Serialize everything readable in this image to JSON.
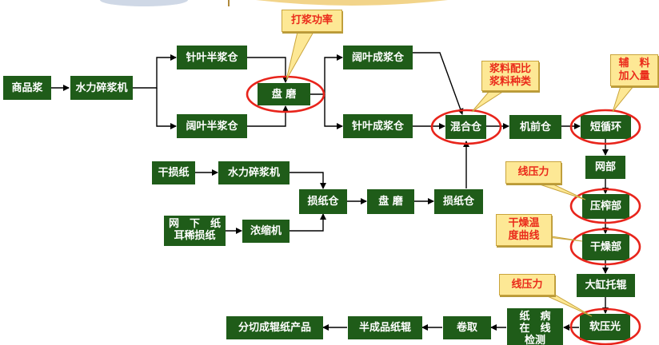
{
  "boxes": {
    "commodity_pulp": "商品浆",
    "hydrapulper_1": "水力碎浆机",
    "softwood_semi_chest": "针叶半浆仓",
    "hardwood_semi_chest": "阔叶半浆仓",
    "disc_refiner_1": "盘 磨",
    "hardwood_stock_chest": "阔叶成浆仓",
    "softwood_stock_chest": "针叶成浆仓",
    "mixing_chest": "混合仓",
    "machine_chest": "机前仓",
    "short_circulation": "短循环",
    "wire_section": "网部",
    "press_section": "压榨部",
    "dryer_section": "干燥部",
    "yankee_calender": "大缸托辊",
    "soft_calender": "软压光",
    "defect_inspection": [
      "纸　病",
      "在　线",
      "检测"
    ],
    "reel": "卷取",
    "semi_finished_roll": "半成品纸辊",
    "slitting_product": "分切成辊纸产品",
    "dry_broke": "干损纸",
    "hydrapulper_2": "水力碎浆机",
    "wire_broke": [
      "网　下　纸",
      "耳稀损纸"
    ],
    "thickener": "浓缩机",
    "broke_chest_1": "损纸仓",
    "disc_refiner_2": "盘 磨",
    "broke_chest_2": "损纸仓"
  },
  "callouts": {
    "refining_power": [
      "打浆功率"
    ],
    "pulp_ratio": [
      "浆料配比",
      "浆料种类"
    ],
    "additive_dosage": [
      "辅　料",
      "加入量"
    ],
    "nip_pressure_1": [
      "线压力"
    ],
    "dryer_temp": [
      "干燥温",
      "度曲线"
    ],
    "nip_pressure_2": [
      "线压力"
    ]
  },
  "colors": {
    "box": "#1f5c19",
    "box_text": "#ffffff",
    "callout_fill": "#fde895",
    "callout_text": "#ea2a1a",
    "highlight_ring": "#e8241b",
    "arrow": "#000000"
  }
}
